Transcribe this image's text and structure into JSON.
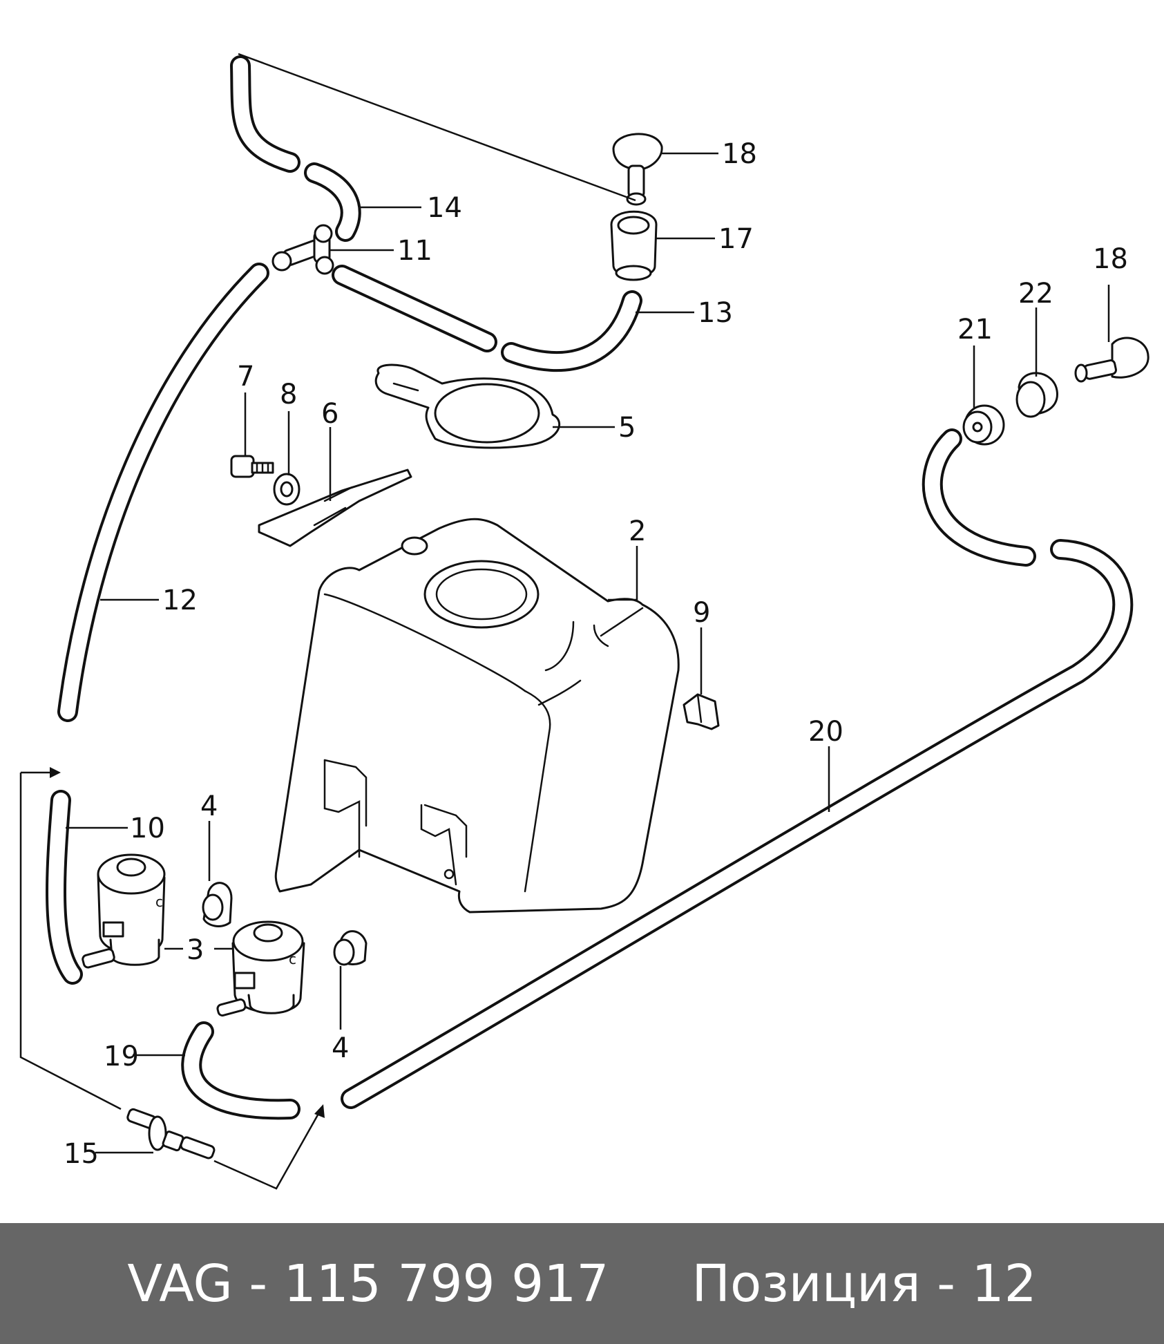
{
  "diagram": {
    "callouts": [
      {
        "id": "c18a",
        "label": "18"
      },
      {
        "id": "c14",
        "label": "14"
      },
      {
        "id": "c11",
        "label": "11"
      },
      {
        "id": "c17",
        "label": "17"
      },
      {
        "id": "c13",
        "label": "13"
      },
      {
        "id": "c18b",
        "label": "18"
      },
      {
        "id": "c22",
        "label": "22"
      },
      {
        "id": "c21",
        "label": "21"
      },
      {
        "id": "c7",
        "label": "7"
      },
      {
        "id": "c8",
        "label": "8"
      },
      {
        "id": "c6",
        "label": "6"
      },
      {
        "id": "c5",
        "label": "5"
      },
      {
        "id": "c2",
        "label": "2"
      },
      {
        "id": "c9",
        "label": "9"
      },
      {
        "id": "c12",
        "label": "12"
      },
      {
        "id": "c20",
        "label": "20"
      },
      {
        "id": "c10",
        "label": "10"
      },
      {
        "id": "c4a",
        "label": "4"
      },
      {
        "id": "c3",
        "label": "3"
      },
      {
        "id": "c4b",
        "label": "4"
      },
      {
        "id": "c19",
        "label": "19"
      },
      {
        "id": "c15",
        "label": "15"
      }
    ]
  },
  "caption": {
    "part_number": "VAG - 115 799 917",
    "position": "Позиция - 12"
  },
  "colors": {
    "caption_background": "#666666",
    "caption_text": "#ffffff",
    "line_art": "#111111",
    "background": "#ffffff"
  }
}
